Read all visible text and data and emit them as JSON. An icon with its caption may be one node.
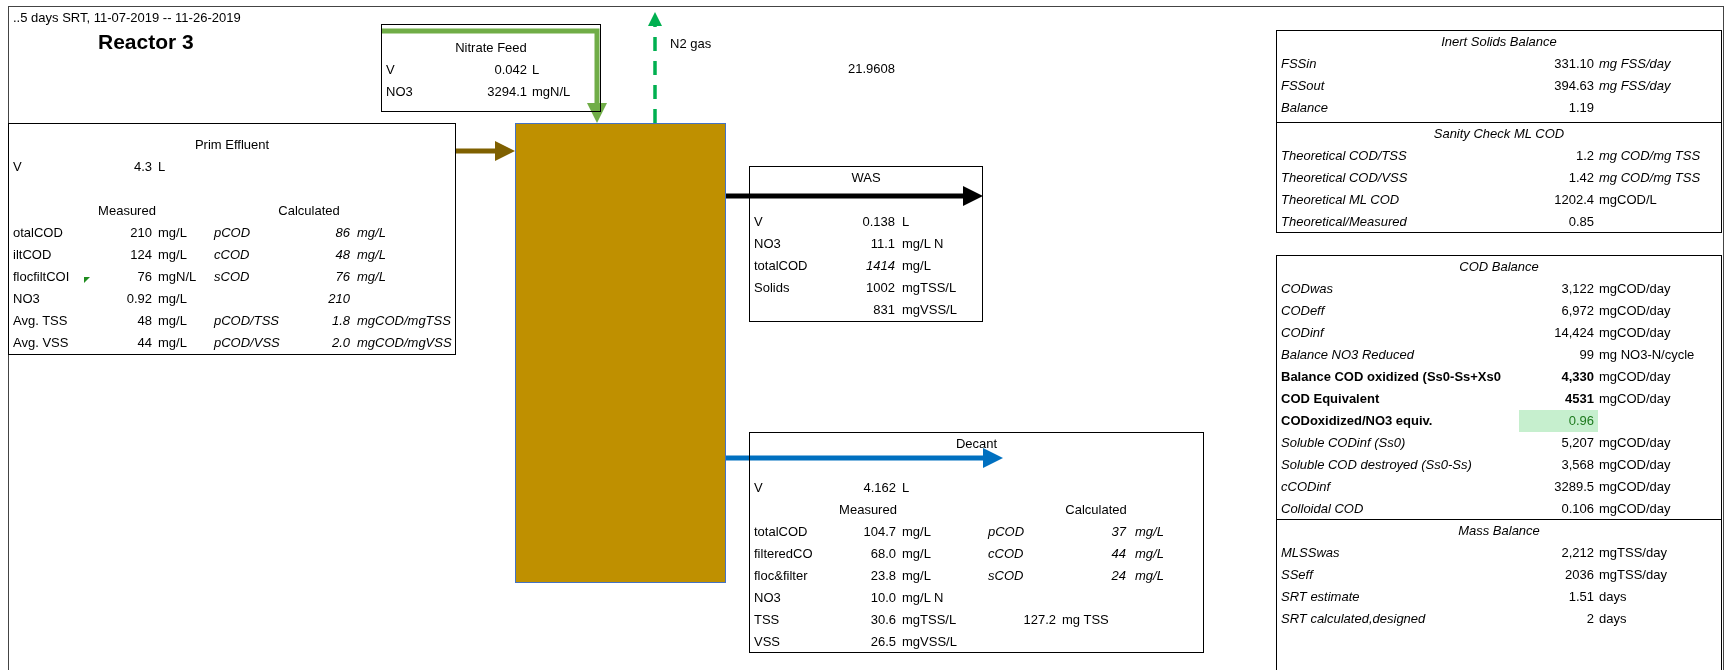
{
  "diagram": {
    "title": "Reactor 3",
    "nodes": [
      {
        "text": [
          "Prim Effluent",
          "V",
          "4.3",
          "L",
          "Measured",
          "Calculated",
          "otalCOD",
          "210",
          "mg/L",
          "pCOD",
          "86",
          "mg/L",
          "iltCOD",
          "124",
          "mg/L",
          "cCOD",
          "48",
          "mg/L",
          "flocfiltCOI",
          "76",
          "mgN/L",
          "sCOD",
          "76",
          "mg/L",
          "NO3",
          "0.92",
          "mg/L",
          "210",
          "Avg. TSS",
          "48",
          "mg/L",
          "pCOD/TSS",
          "1.8",
          "mgCOD/mgTSS",
          "Avg. VSS",
          "44",
          "mg/L",
          "pCOD/VSS",
          "2.0",
          "mgCOD/mgVSS"
        ]
      },
      {
        "text": [
          "Nitrate Feed",
          "V",
          "0.042",
          "L",
          "NO3",
          "3294.1",
          "mgN/L"
        ]
      },
      {
        "text": [],
        "shape": "box"
      },
      {
        "text": [
          "WAS",
          "V",
          "0.138",
          "L",
          "NO3",
          "11.1",
          "mg/L N",
          "totalCOD",
          "1414",
          "mg/L",
          "Solids",
          "1002",
          "mgTSS/L",
          "831",
          "mgVSS/L"
        ]
      },
      {
        "text": [
          "Decant",
          "V",
          "4.162",
          "L",
          "Measured",
          "Calculated",
          "totalCOD",
          "104.7",
          "mg/L",
          "pCOD",
          "37",
          "mg/L",
          "filteredCO",
          "68.0",
          "mg/L",
          "cCOD",
          "44",
          "mg/L",
          "floc&filter",
          "23.8",
          "mg/L",
          "sCOD",
          "24",
          "mg/L",
          "NO3",
          "10.0",
          "mg/L N",
          "TSS",
          "30.6",
          "mgTSS/L",
          "127.2",
          "mg TSS",
          "VSS",
          "26.5",
          "mgVSS/L"
        ]
      },
      {
        "text": [
          "Inert Solids Balance",
          "FSSin",
          "331.10",
          "mg FSS/day",
          "FSSout",
          "394.63",
          "mg FSS/day",
          "Balance",
          "1.19"
        ]
      },
      {
        "text": [
          "Sanity Check ML COD",
          "Theoretical COD/TSS",
          "1.2",
          "mg COD/mg TSS",
          "Theoretical COD/VSS",
          "1.42",
          "mg COD/mg TSS",
          "Theoretical ML COD",
          "1202.4",
          "mgCOD/L",
          "Theoretical/Measured",
          "0.85"
        ]
      },
      {
        "text": [
          "COD Balance",
          "CODwas",
          "3,122",
          "mgCOD/day",
          "CODeff",
          "6,972",
          "mgCOD/day",
          "CODinf",
          "14,424",
          "mgCOD/day",
          "Balance NO3 Reduced",
          "99",
          "mg NO3-N/cycle",
          "Balance COD oxidized (Ss0-Ss+Xs0",
          "4,330",
          "mgCOD/day",
          "COD Equivalent",
          "4531",
          "mgCOD/day",
          "CODoxidized/NO3 equiv.",
          "0.96",
          "Soluble CODinf (Ss0)",
          "5,207",
          "mgCOD/day",
          "Soluble COD destroyed (Ss0-Ss)",
          "3,568",
          "mgCOD/day",
          "cCODinf",
          "3289.5",
          "mgCOD/day",
          "Colloidal COD",
          "0.106",
          "mgCOD/day"
        ]
      },
      {
        "text": [
          "Mass Balance",
          "MLSSwas",
          "2,212",
          "mgTSS/day",
          "SSeff",
          "2036",
          "mgTSS/day",
          "SRT estimate",
          "1.51",
          "days",
          "SRT calculated,designed",
          "2",
          "days"
        ]
      }
    ],
    "edges": [
      {
        "from": 0,
        "to": 2,
        "arrow": "to",
        "color": "#7f6000"
      },
      {
        "from": 1,
        "to": 2,
        "arrow": "to",
        "color": "#70ad47"
      },
      {
        "from": 2,
        "to": null,
        "arrow": "to",
        "label": "N2 gas",
        "style": "dashed",
        "color": "#00b050"
      },
      {
        "from": 2,
        "to": 3,
        "arrow": "to",
        "color": "#000000"
      },
      {
        "from": 2,
        "to": 4,
        "arrow": "to",
        "color": "#0070c0"
      }
    ],
    "labels": [
      "..5 days SRT, 11-07-2019 -- 11-26-2019",
      "21.9608"
    ]
  }
}
